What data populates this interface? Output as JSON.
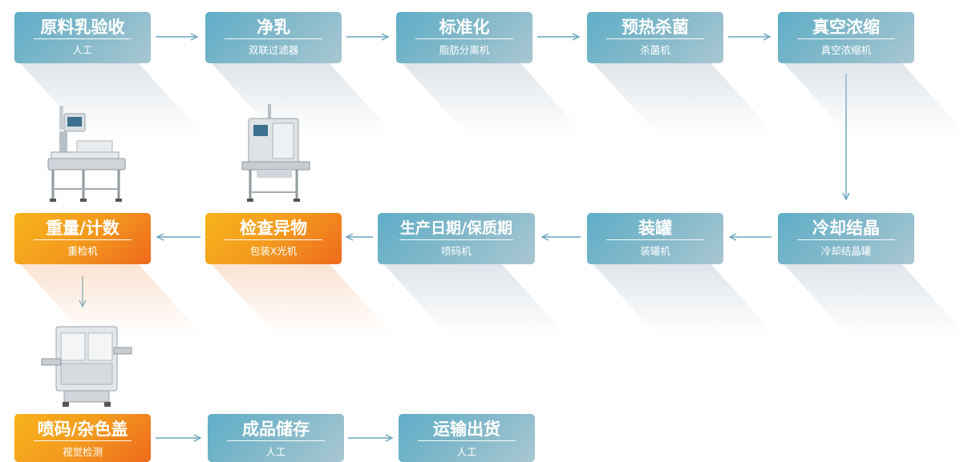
{
  "colors": {
    "blue_box": "#6fb2c8",
    "orange_box": "#f39a1e",
    "arrow": "#6aa6c0",
    "text": "#ffffff"
  },
  "steps": [
    {
      "title": "原料乳验收",
      "sub": "人工",
      "style": "blue"
    },
    {
      "title": "净乳",
      "sub": "双联过滤器",
      "style": "blue"
    },
    {
      "title": "标准化",
      "sub": "脂肪分离机",
      "style": "blue"
    },
    {
      "title": "预热杀菌",
      "sub": "杀菌机",
      "style": "blue"
    },
    {
      "title": "真空浓缩",
      "sub": "真空浓缩机",
      "style": "blue"
    },
    {
      "title": "冷却结晶",
      "sub": "冷却结晶罐",
      "style": "blue"
    },
    {
      "title": "装罐",
      "sub": "装罐机",
      "style": "blue"
    },
    {
      "title": "生产日期/保质期",
      "sub": "喷码机",
      "style": "blue"
    },
    {
      "title": "检查异物",
      "sub": "包装X光机",
      "style": "orange"
    },
    {
      "title": "重量/计数",
      "sub": "重检机",
      "style": "orange"
    },
    {
      "title": "喷码/杂色盖",
      "sub": "视觉检测",
      "style": "orange"
    },
    {
      "title": "成品储存",
      "sub": "人工",
      "style": "blue"
    },
    {
      "title": "运输出货",
      "sub": "人工",
      "style": "blue"
    }
  ],
  "machines": [
    {
      "name": "checkweigher-image"
    },
    {
      "name": "xray-machine-image"
    },
    {
      "name": "vision-inspection-image"
    }
  ]
}
